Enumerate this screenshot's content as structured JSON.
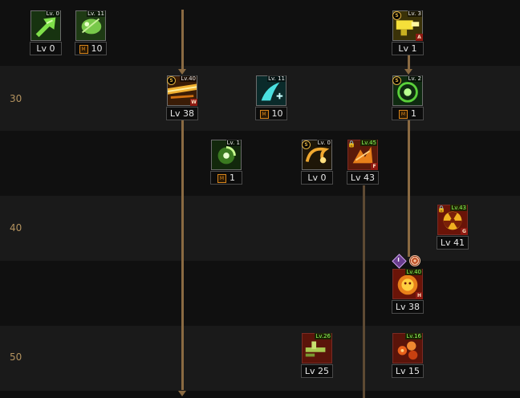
{
  "level_markers": [
    {
      "label": "30"
    },
    {
      "label": "40"
    },
    {
      "label": "50"
    }
  ],
  "skills": [
    {
      "id": "s1",
      "top_label": "Lv. 0",
      "bottom": "Lv 0",
      "maxed": false,
      "mastery": false,
      "icon": "green-arrow-strike-icon",
      "theme": "green"
    },
    {
      "id": "s2",
      "top_label": "Lv. 11",
      "bottom": "10",
      "maxed": false,
      "mastery": true,
      "icon": "green-beast-icon",
      "theme": "green"
    },
    {
      "id": "s3",
      "top_label": "Lv. 3",
      "bottom": "Lv 1",
      "maxed": false,
      "mastery": false,
      "icon": "yellow-cannon-icon",
      "theme": "yellow",
      "badge_s": "S",
      "tag": "A"
    },
    {
      "id": "s4",
      "top_label": "Lv.40",
      "bottom": "Lv 38",
      "maxed": false,
      "mastery": false,
      "icon": "golden-beam-icon",
      "theme": "gold",
      "badge_s": "S",
      "tag": "W"
    },
    {
      "id": "s5",
      "top_label": "Lv. 11",
      "bottom": "10",
      "maxed": false,
      "mastery": true,
      "icon": "cyan-dragon-icon",
      "theme": "cyan"
    },
    {
      "id": "s6",
      "top_label": "Lv. 2",
      "bottom": "1",
      "maxed": false,
      "mastery": true,
      "icon": "green-burst-icon",
      "theme": "green",
      "badge_s": "S"
    },
    {
      "id": "s7",
      "top_label": "Lv. 1",
      "bottom": "1",
      "maxed": false,
      "mastery": true,
      "icon": "green-spiral-icon",
      "theme": "green"
    },
    {
      "id": "s8",
      "top_label": "Lv. 0",
      "bottom": "Lv 0",
      "maxed": false,
      "mastery": false,
      "icon": "orange-whirl-icon",
      "theme": "orange",
      "badge_s": "S"
    },
    {
      "id": "s9",
      "top_label": "Lv.45",
      "bottom": "Lv 43",
      "maxed": true,
      "mastery": false,
      "icon": "orange-shards-icon",
      "theme": "red",
      "lock": true,
      "tag": "F"
    },
    {
      "id": "s10",
      "top_label": "Lv.43",
      "bottom": "Lv 41",
      "maxed": true,
      "mastery": false,
      "icon": "radiation-icon",
      "theme": "red",
      "lock": true,
      "tag": "G"
    },
    {
      "id": "s11",
      "top_label": "Lv.40",
      "bottom": "Lv 38",
      "maxed": true,
      "mastery": false,
      "icon": "sun-lion-icon",
      "theme": "red",
      "tag": "H"
    },
    {
      "id": "s12",
      "top_label": "Lv.26",
      "bottom": "Lv 25",
      "maxed": true,
      "mastery": false,
      "icon": "green-cannon-icon",
      "theme": "red"
    },
    {
      "id": "s13",
      "top_label": "Lv.16",
      "bottom": "Lv 15",
      "maxed": true,
      "mastery": false,
      "icon": "red-orbs-icon",
      "theme": "red"
    }
  ],
  "link_icons": {
    "diamond_label": "I",
    "swirl": "swirl-link-icon"
  },
  "colors": {
    "connector": "#8a6a42",
    "level_text": "#b3925e",
    "maxed_level_text": "#8cff5a",
    "mastery_badge": "#d9861c"
  }
}
